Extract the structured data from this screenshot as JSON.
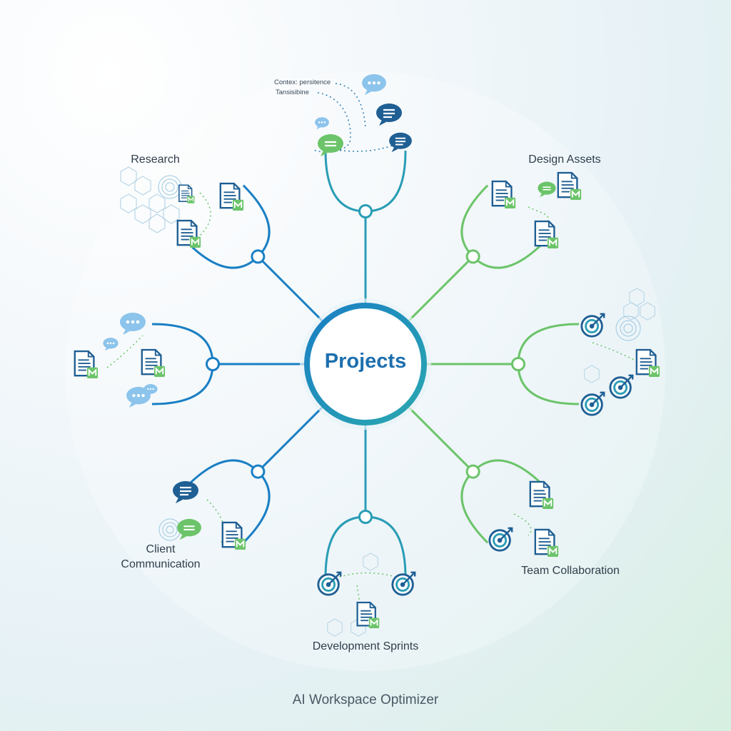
{
  "center": {
    "label": "Projects"
  },
  "branches": [
    {
      "id": "top",
      "label": "",
      "color": "#2a9db5"
    },
    {
      "id": "research",
      "label": "Research",
      "color": "#1a7fc4"
    },
    {
      "id": "design-assets",
      "label": "Design Assets",
      "color": "#6cc46a"
    },
    {
      "id": "left",
      "label": "",
      "color": "#1a7fc4"
    },
    {
      "id": "right",
      "label": "",
      "color": "#6cc46a"
    },
    {
      "id": "client-communication",
      "label": "Client Communication",
      "label_line1": "Client",
      "label_line2": "Communication",
      "color": "#1a7fc4"
    },
    {
      "id": "team-collaboration",
      "label": "Team Collaboration",
      "color": "#6cc46a"
    },
    {
      "id": "development-sprints",
      "label": "Development Sprints",
      "color": "#2a9db5"
    }
  ],
  "annotations": {
    "line1": "Contex: persitence",
    "line2": "Tansisibine"
  },
  "footer": {
    "title": "AI Workspace Optimizer"
  },
  "colors": {
    "blue": "#1a7fc4",
    "dark_blue": "#1f5f94",
    "green": "#6cc46a",
    "teal": "#2a9db5",
    "light_blue": "#8cc4ec"
  }
}
